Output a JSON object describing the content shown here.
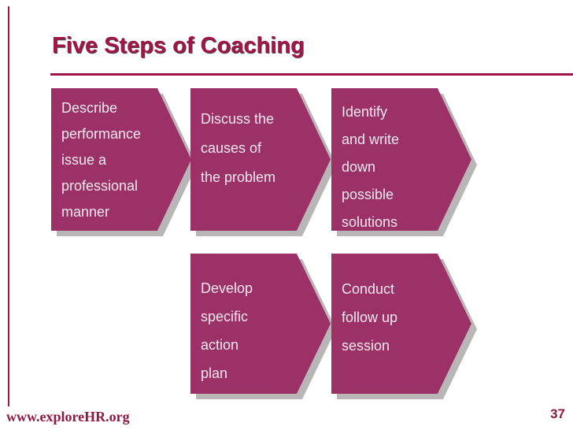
{
  "header": {
    "title": "Five Steps of Coaching"
  },
  "footer": {
    "url": "www.exploreHR.org",
    "page_number": "37"
  },
  "colors": {
    "accent": "#A3154A",
    "box-fill": "#9B3166",
    "box-text": "#F2E7EF",
    "box-shadow": "#B9B6B6",
    "footer-color": "#8E1A43",
    "title-shadow": "#4A4A4A"
  },
  "steps": [
    {
      "name": "describe-performance-issue",
      "lines": [
        "Describe",
        "performance",
        "issue a",
        "professional",
        "manner"
      ]
    },
    {
      "name": "discuss-causes-of-problem",
      "lines": [
        "Discuss the",
        "causes of",
        "the problem"
      ]
    },
    {
      "name": "identify-possible-solutions",
      "lines": [
        "Identify",
        "and write",
        "down",
        "possible",
        "solutions"
      ]
    },
    {
      "name": "develop-action-plan",
      "lines": [
        "Develop",
        "specific",
        "action",
        "plan"
      ]
    },
    {
      "name": "conduct-follow-up-session",
      "lines": [
        "Conduct",
        "follow up",
        "session"
      ]
    }
  ]
}
